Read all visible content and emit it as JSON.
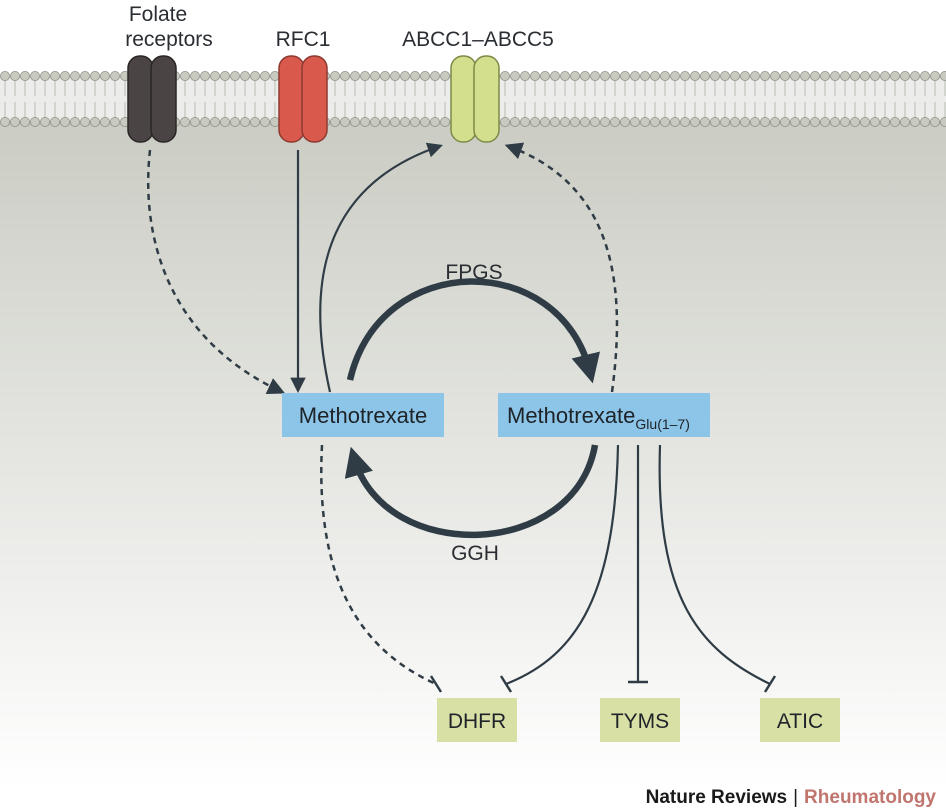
{
  "transporters": {
    "folate_receptors": {
      "line1": "Folate",
      "line2": "receptors",
      "color": "#4a4445"
    },
    "rfc1": {
      "label": "RFC1",
      "color": "#d9594c"
    },
    "abcc": {
      "label": "ABCC1–ABCC5",
      "color": "#d4df8e"
    }
  },
  "nodes": {
    "methotrexate": {
      "label": "Methotrexate"
    },
    "methotrexate_glu": {
      "label": "Methotrexate",
      "subscript": "Glu(1–7)"
    }
  },
  "enzymes": {
    "fpgs": "FPGS",
    "ggh": "GGH"
  },
  "targets": {
    "dhfr": "DHFR",
    "tyms": "TYMS",
    "atic": "ATIC"
  },
  "credit": {
    "journal": "Nature Reviews",
    "separator": "|",
    "field": "Rheumatology",
    "accent_color": "#c0756f"
  },
  "colors": {
    "cytoplasm_top": "#c9cbc2",
    "cytoplasm_bottom": "#ffffff",
    "node_fill": "#8dc5e9",
    "target_fill": "#d9e0a6",
    "arrow": "#2f3c46"
  }
}
